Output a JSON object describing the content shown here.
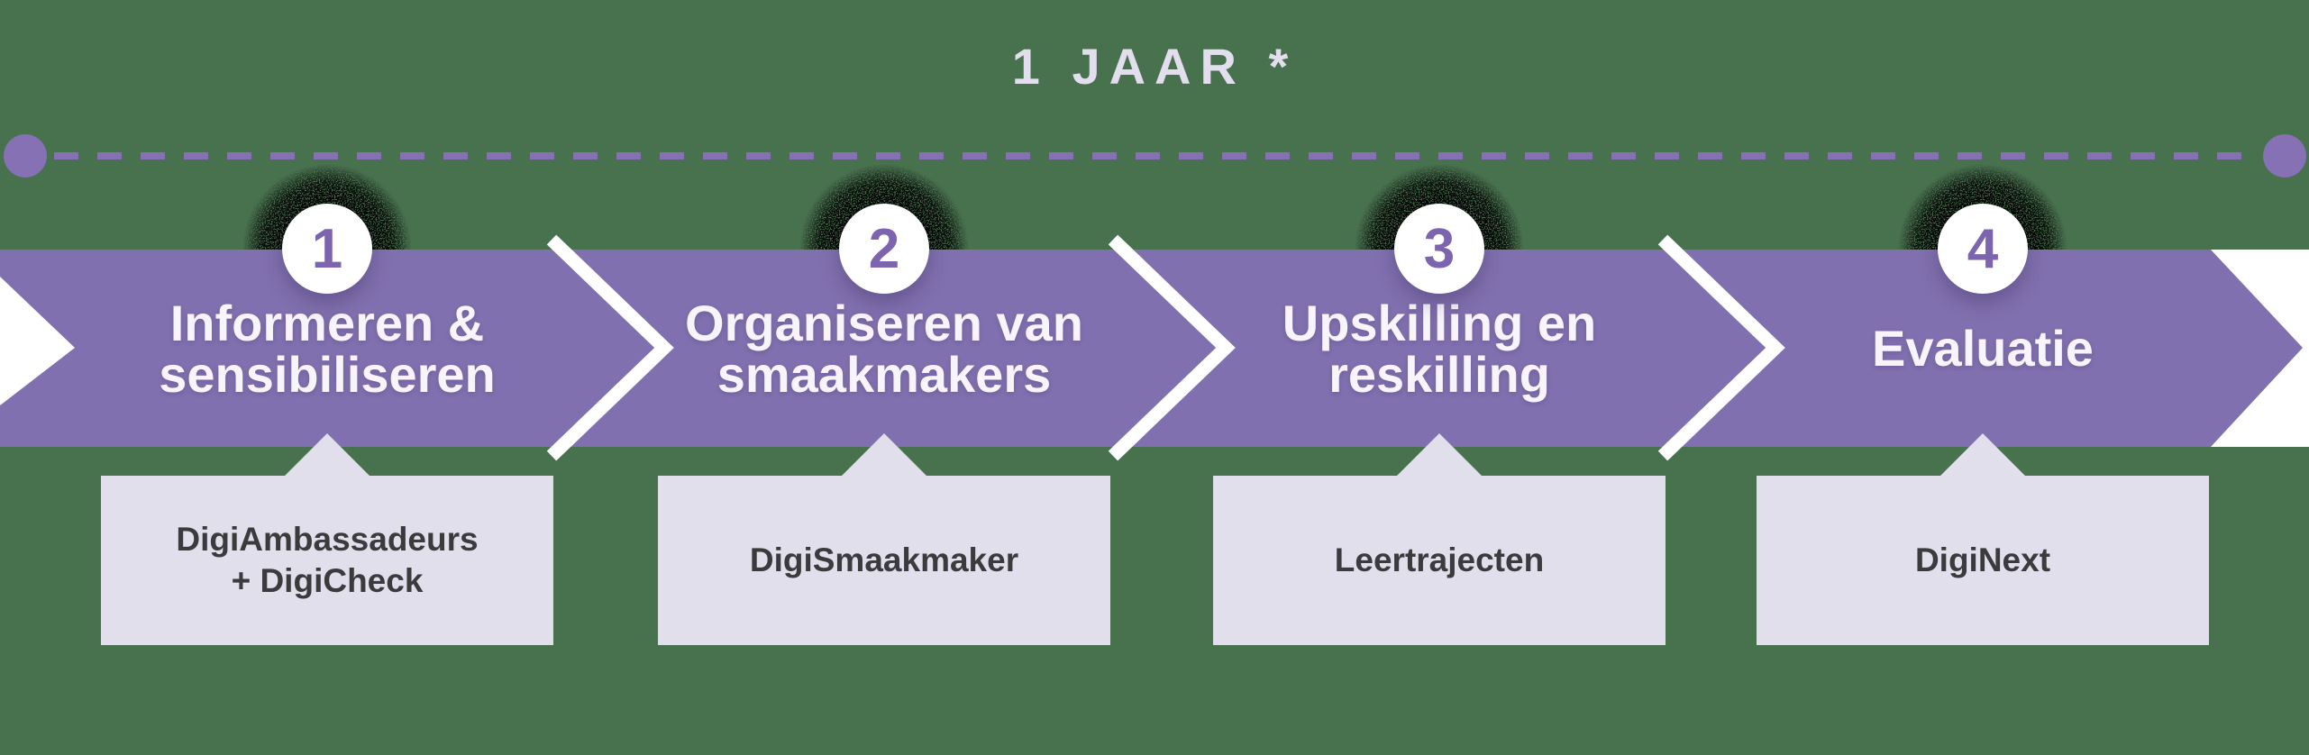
{
  "timeline": {
    "title": "1 JAAR *"
  },
  "steps": [
    {
      "number": "1",
      "title_lines": [
        "Informeren &",
        "sensibiliseren"
      ],
      "box_lines": [
        "DigiAmbassadeurs",
        "+ DigiCheck"
      ]
    },
    {
      "number": "2",
      "title_lines": [
        "Organiseren van",
        "smaakmakers"
      ],
      "box_lines": [
        "DigiSmaakmaker"
      ]
    },
    {
      "number": "3",
      "title_lines": [
        "Upskilling en",
        "reskilling"
      ],
      "box_lines": [
        "Leertrajecten"
      ]
    },
    {
      "number": "4",
      "title_lines": [
        "Evaluatie"
      ],
      "box_lines": [
        "DigiNext"
      ]
    }
  ],
  "colors": {
    "background_green": "#48714E",
    "band_purple": "#8170AF",
    "dash_purple": "#8571B4",
    "number_purple": "#7D64AE",
    "box_background": "#E2DFED",
    "box_text": "#3B3B3D",
    "title_text": "#E2DEED",
    "step_text": "#F7F4FB",
    "separator_white": "#FFFFFF",
    "spray_black": "#000000"
  }
}
